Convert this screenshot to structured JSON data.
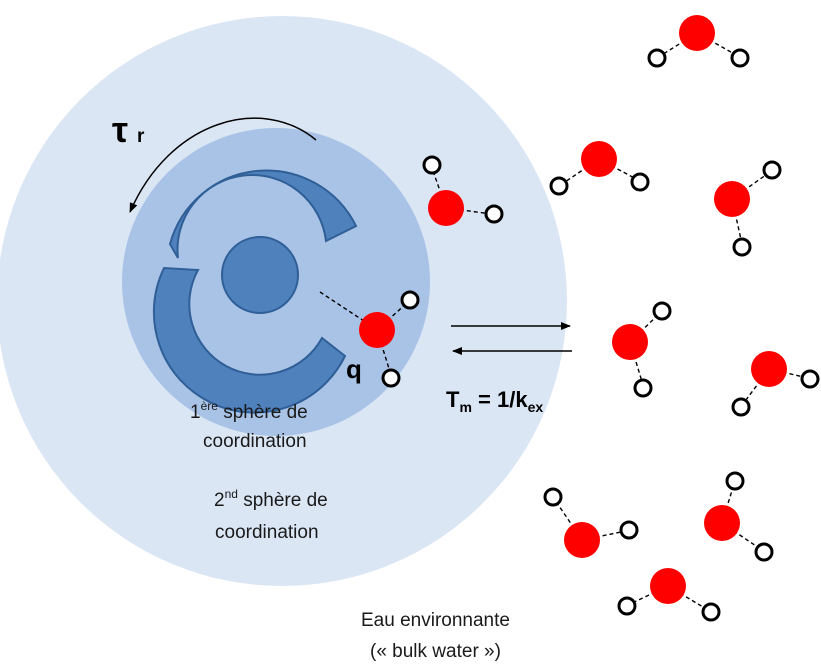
{
  "labels": {
    "tau_symbol": "τ",
    "tau_sub": "r",
    "q": "q",
    "tm_main": "T",
    "tm_sub": "m",
    "tm_eq": " = 1/k",
    "tm_sub2": "ex",
    "first_sphere_num": "1",
    "first_sphere_sup": "ère",
    "first_sphere_rest": " sphère de",
    "first_sphere_line2": "coordination",
    "second_sphere_num": "2",
    "second_sphere_sup": "nd",
    "second_sphere_rest": " sphère de",
    "second_sphere_line2": "coordination",
    "bulk_line1": "Eau environnante",
    "bulk_line2": "(« bulk water »)"
  },
  "colors": {
    "outer_sphere": "#dbe6f5",
    "inner_sphere": "#a9c3e6",
    "ligand": "#4f81bd",
    "ligand_edge": "#2f5f96",
    "oxygen": "#ff0000",
    "hydrogen_stroke": "#000000"
  },
  "icons": {
    "rotation": "curved-arrow-icon",
    "exchange": "double-arrow-icon",
    "water": "water-molecule-icon"
  }
}
